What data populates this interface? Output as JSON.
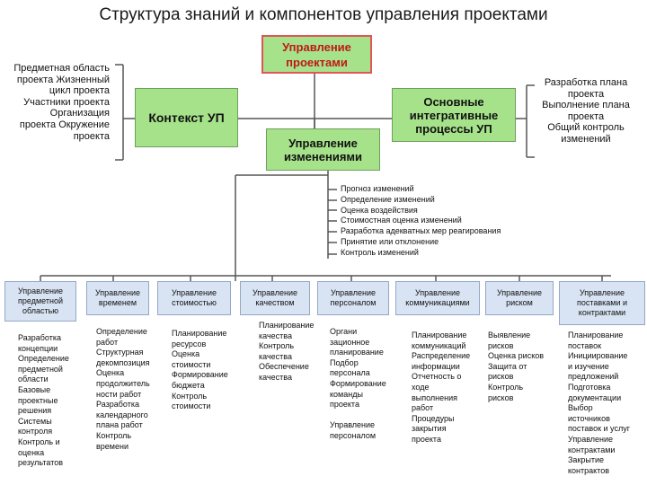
{
  "title": "Структура знаний и компонентов управления проектами",
  "project_management": "Управление проектами",
  "context_pm": "Контекст УП",
  "integrative_processes": "Основные интегративные процессы УП",
  "change_management": "Управление изменениями",
  "context_items": [
    "Предметная область",
    "проекта Жизненный",
    "цикл проекта",
    "Участники проекта",
    "Организация",
    "проекта Окружение",
    "проекта"
  ],
  "integrative_items": [
    "Разработка плана",
    "проекта",
    "Выполнение плана",
    "проекта",
    "Общий контроль",
    "изменений"
  ],
  "change_items": [
    "Прогноз изменений",
    "Определение изменений",
    "Оценка воздействия",
    "Стоимостная оценка изменений",
    "Разработка адекватных мер реагирования",
    "Принятие или отклонение",
    "Контроль изменений"
  ],
  "areas": [
    {
      "label": "Управление предметной областью",
      "items": [
        "Разработка",
        "концепции",
        "Определение",
        "предметной",
        "области",
        "Базовые",
        "проектные",
        "решения",
        "Системы",
        "контроля",
        "Контроль и",
        "оценка",
        "результатов"
      ]
    },
    {
      "label": "Управление временем",
      "items": [
        "Определение",
        "работ",
        "Структурная",
        "декомпозиция",
        "Оценка",
        "продолжитель",
        "ности работ",
        "Разработка",
        "календарного",
        "плана работ",
        "Контроль",
        "времени"
      ]
    },
    {
      "label": "Управление стоимостью",
      "items": [
        "Планирование",
        "ресурсов",
        "Оценка",
        "стоимости",
        "Формирование",
        "бюджета",
        "Контроль",
        "стоимости"
      ]
    },
    {
      "label": "Управление качеством",
      "items": [
        "Планирование",
        "качества",
        "Контроль",
        "качества",
        "Обеспечение",
        "качества"
      ]
    },
    {
      "label": "Управление персоналом",
      "items": [
        "Органи",
        "зационное",
        "планирование",
        "Подбор",
        "персонала",
        "Формирование",
        "команды",
        "проекта",
        "",
        "Управление",
        "персоналом"
      ]
    },
    {
      "label": "Управление коммуникациями",
      "items": [
        "Планирование",
        "коммуникаций",
        "Распределение",
        "информации",
        "Отчетность о",
        "ходе",
        "выполнения",
        "работ",
        "Процедуры",
        "закрытия",
        "проекта"
      ]
    },
    {
      "label": "Управление риском",
      "items": [
        "Выявление",
        "рисков",
        "Оценка рисков",
        "Защита от",
        "рисков",
        "Контроль",
        "рисков"
      ]
    },
    {
      "label": "Управление поставками и контрактами",
      "items": [
        "Планирование",
        "поставок",
        "Инициирование",
        "и изучение",
        "предложений",
        "Подготовка",
        "документации",
        "Выбор",
        "источников",
        "поставок и услуг",
        "Управление",
        "контрактами",
        "Закрытие",
        "контрактов"
      ]
    }
  ],
  "colors": {
    "green_box": "#a6e28a",
    "pm_border": "#e05555",
    "pm_text": "#c01818",
    "area_box": "#d8e4f3",
    "lines": "#555555"
  }
}
